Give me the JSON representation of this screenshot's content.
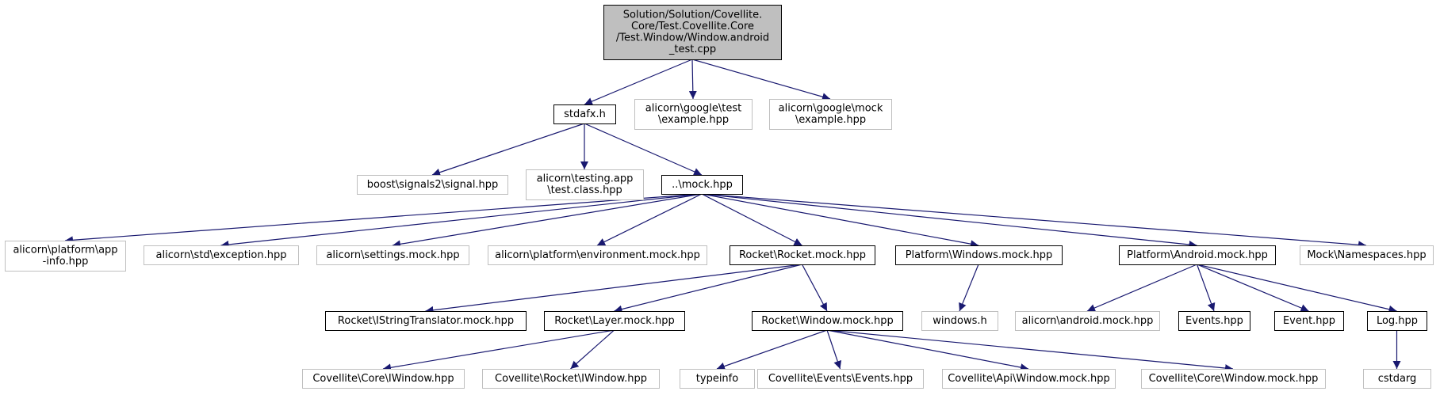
{
  "colors": {
    "edge": "#191970",
    "root_fill": "#bfbfbf",
    "documented_border": "#000000",
    "external_border": "#bfbfbf",
    "text": "#000000"
  },
  "nodes": [
    {
      "id": "root",
      "kind": "root",
      "lines": [
        "Solution/Solution/Covellite.",
        "Core/Test.Covellite.Core",
        "/Test.Window/Window.android",
        "_test.cpp"
      ]
    },
    {
      "id": "stdafx",
      "kind": "documented",
      "lines": [
        "stdafx.h"
      ]
    },
    {
      "id": "gtest",
      "kind": "external",
      "lines": [
        "alicorn\\google\\test",
        "\\example.hpp"
      ]
    },
    {
      "id": "gmock",
      "kind": "external",
      "lines": [
        "alicorn\\google\\mock",
        "\\example.hpp"
      ]
    },
    {
      "id": "boost",
      "kind": "external",
      "lines": [
        "boost\\signals2\\signal.hpp"
      ]
    },
    {
      "id": "testingapp",
      "kind": "external",
      "lines": [
        "alicorn\\testing.app",
        "\\test.class.hpp"
      ]
    },
    {
      "id": "mock",
      "kind": "documented",
      "lines": [
        "..\\mock.hpp"
      ]
    },
    {
      "id": "appinfo",
      "kind": "external",
      "lines": [
        "alicorn\\platform\\app",
        "-info.hpp"
      ]
    },
    {
      "id": "exception",
      "kind": "external",
      "lines": [
        "alicorn\\std\\exception.hpp"
      ]
    },
    {
      "id": "settings",
      "kind": "external",
      "lines": [
        "alicorn\\settings.mock.hpp"
      ]
    },
    {
      "id": "environment",
      "kind": "external",
      "lines": [
        "alicorn\\platform\\environment.mock.hpp"
      ]
    },
    {
      "id": "rocketmock",
      "kind": "documented",
      "lines": [
        "Rocket\\Rocket.mock.hpp"
      ]
    },
    {
      "id": "winmock",
      "kind": "documented",
      "lines": [
        "Platform\\Windows.mock.hpp"
      ]
    },
    {
      "id": "androidmock",
      "kind": "documented",
      "lines": [
        "Platform\\Android.mock.hpp"
      ]
    },
    {
      "id": "namespaces",
      "kind": "external",
      "lines": [
        "Mock\\Namespaces.hpp"
      ]
    },
    {
      "id": "istring",
      "kind": "documented",
      "lines": [
        "Rocket\\IStringTranslator.mock.hpp"
      ]
    },
    {
      "id": "layer",
      "kind": "documented",
      "lines": [
        "Rocket\\Layer.mock.hpp"
      ]
    },
    {
      "id": "rwindow",
      "kind": "documented",
      "lines": [
        "Rocket\\Window.mock.hpp"
      ]
    },
    {
      "id": "windowsh",
      "kind": "external",
      "lines": [
        "windows.h"
      ]
    },
    {
      "id": "aandroid",
      "kind": "external",
      "lines": [
        "alicorn\\android.mock.hpp"
      ]
    },
    {
      "id": "events",
      "kind": "documented",
      "lines": [
        "Events.hpp"
      ]
    },
    {
      "id": "event",
      "kind": "documented",
      "lines": [
        "Event.hpp"
      ]
    },
    {
      "id": "log",
      "kind": "documented",
      "lines": [
        "Log.hpp"
      ]
    },
    {
      "id": "coreiwindow",
      "kind": "external",
      "lines": [
        "Covellite\\Core\\IWindow.hpp"
      ]
    },
    {
      "id": "rocketiwindow",
      "kind": "external",
      "lines": [
        "Covellite\\Rocket\\IWindow.hpp"
      ]
    },
    {
      "id": "typeinfo",
      "kind": "external",
      "lines": [
        "typeinfo"
      ]
    },
    {
      "id": "eventsevents",
      "kind": "external",
      "lines": [
        "Covellite\\Events\\Events.hpp"
      ]
    },
    {
      "id": "apiwindow",
      "kind": "external",
      "lines": [
        "Covellite\\Api\\Window.mock.hpp"
      ]
    },
    {
      "id": "corewindow",
      "kind": "external",
      "lines": [
        "Covellite\\Core\\Window.mock.hpp"
      ]
    },
    {
      "id": "cstdarg",
      "kind": "external",
      "lines": [
        "cstdarg"
      ]
    }
  ],
  "edges": [
    [
      "root",
      "stdafx"
    ],
    [
      "root",
      "gtest"
    ],
    [
      "root",
      "gmock"
    ],
    [
      "stdafx",
      "boost"
    ],
    [
      "stdafx",
      "testingapp"
    ],
    [
      "stdafx",
      "mock"
    ],
    [
      "mock",
      "appinfo"
    ],
    [
      "mock",
      "exception"
    ],
    [
      "mock",
      "settings"
    ],
    [
      "mock",
      "environment"
    ],
    [
      "mock",
      "rocketmock"
    ],
    [
      "mock",
      "winmock"
    ],
    [
      "mock",
      "androidmock"
    ],
    [
      "mock",
      "namespaces"
    ],
    [
      "rocketmock",
      "istring"
    ],
    [
      "rocketmock",
      "layer"
    ],
    [
      "rocketmock",
      "rwindow"
    ],
    [
      "winmock",
      "windowsh"
    ],
    [
      "androidmock",
      "aandroid"
    ],
    [
      "androidmock",
      "events"
    ],
    [
      "androidmock",
      "event"
    ],
    [
      "androidmock",
      "log"
    ],
    [
      "layer",
      "coreiwindow"
    ],
    [
      "layer",
      "rocketiwindow"
    ],
    [
      "rwindow",
      "typeinfo"
    ],
    [
      "rwindow",
      "eventsevents"
    ],
    [
      "rwindow",
      "apiwindow"
    ],
    [
      "rwindow",
      "corewindow"
    ],
    [
      "log",
      "cstdarg"
    ]
  ]
}
